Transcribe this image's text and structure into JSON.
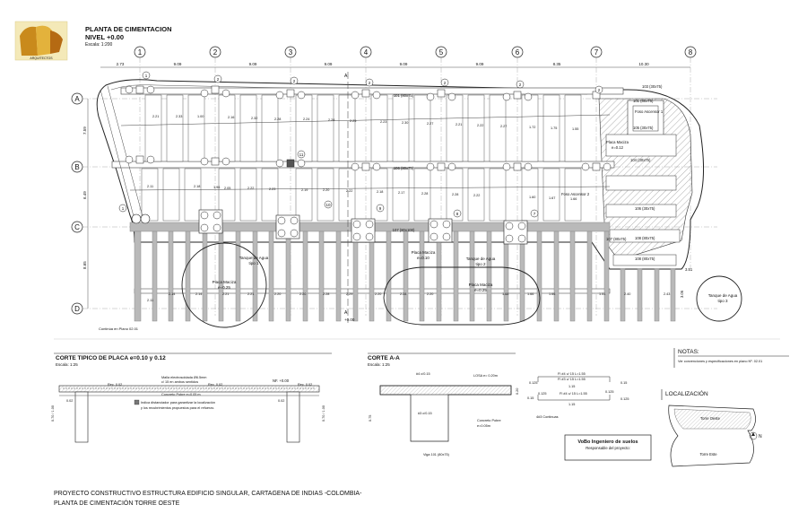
{
  "header": {
    "title": "PLANTA DE CIMENTACION",
    "level": "NIVEL +0.00",
    "scale": "Escala: 1:200"
  },
  "grid": {
    "columns": [
      "1",
      "2",
      "3",
      "4",
      "5",
      "6",
      "7",
      "8"
    ],
    "rows": [
      "A",
      "B",
      "C",
      "D"
    ],
    "spacings": [
      "2.73",
      "9.09",
      "9.09",
      "9.09",
      "9.09",
      "9.09",
      "8.35",
      "10.30"
    ],
    "row_spacings": [
      "7.59",
      "6.49",
      "8.65"
    ]
  },
  "plan_labels": {
    "beam_top": "101 (80x75)",
    "beam_mid": "106 (80x75)",
    "beam_c": "107 (80x100)",
    "beam_r1": "103 (30x75)",
    "beam_r2": "104 (30x75)",
    "beam_r3": "105 (30x75)",
    "beam_r4": "106 (30x75)",
    "beam_r5": "108 (80x75)",
    "beam_r6": "107 (80x75)",
    "placa_a": "Placa Maciza\ne=0.12",
    "placa_a_line1": "Placa Maciza",
    "placa_a_line2": "e=0.12",
    "foso1": "Foso Ascensor 1",
    "foso2": "Foso Ascensor 2",
    "tank1_l1": "Tanque de Agua",
    "tank1_l2": "tipo 1",
    "tank2_l1": "Tanque de Agua",
    "tank2_l2": "tipo 2",
    "tank3_l1": "Tanque de Agua",
    "tank3_l2": "tipo 3",
    "placa_b_l1": "Placa Maciza",
    "placa_b_l2": "e=0.25",
    "placa_c_l1": "Placa Maciza",
    "placa_c_l2": "e=0.10",
    "placa_d_l1": "Placa Maciza",
    "placa_d_l2": "e=0.25",
    "continua": "Continúa en Plano 02.01",
    "dim_351": "3.51",
    "dim_306": "3.06",
    "level_mark": "+0.00",
    "section_a": "A",
    "row_b_values": [
      "2.11",
      "2.18",
      "1.96",
      "2.05",
      "2.22",
      "2.23",
      "2.19",
      "2.20",
      "2.22",
      "2.18",
      "2.17",
      "2.28",
      "2.28",
      "2.22",
      "1.60",
      "1.67",
      "1.66"
    ],
    "row_a_values": [
      "2.21",
      "2.33",
      "1.00",
      "2.16",
      "2.32",
      "2.28",
      "2.24",
      "2.28",
      "2.25",
      "2.23",
      "2.30",
      "2.27",
      "2.21",
      "2.22",
      "2.27",
      "1.72",
      "1.75",
      "1.55"
    ],
    "row_d_values": [
      "2.11",
      "2.14",
      "2.14",
      "2.21",
      "2.21",
      "2.20",
      "2.20",
      "2.28",
      "2.29",
      "2.20",
      "2.28",
      "2.20",
      "1.68",
      "1.66",
      "1.66",
      "1.51",
      "2.40",
      "2.43"
    ],
    "circle_numbers": [
      "1",
      "2",
      "3",
      "4",
      "5",
      "6",
      "7",
      "8",
      "9",
      "10",
      "11"
    ]
  },
  "section1": {
    "title": "CORTE TIPICO DE PLACA e=0.10 y 0.12",
    "scale": "Escala: 1:25",
    "malla": "Malla electrosoldada Ø6.5mm",
    "malla2": "c/ 15 en ambos sentidos",
    "rec1": "Rec. 0.02",
    "rec2": "Rec. 0.02",
    "rec3": "Rec. 0.02",
    "poor": "Concreto Pobre e=0.05 m",
    "legend": "Indica distanciador para garantizar la localización",
    "legend2": "y los recubrimientos propuestos para el refuerzo.",
    "nf": "NF. +0.00",
    "dim1": "0.02",
    "dim2": "0.02",
    "dim3": "0.70 / 1.00"
  },
  "section2": {
    "title": "CORTE A-A",
    "scale": "Escala: 1:25",
    "bar1": "#4 c/0.15",
    "losa": "LOSA e= 0.20m",
    "bar2": "#3 c/0.15",
    "poor": "Concreto Pobre",
    "poor2": "e=0.05m",
    "viga": "Viga 101 (80x75)",
    "dim1": "0.75",
    "dim2": "0.20"
  },
  "rebar": {
    "f1": "FI #4 c/ 15 L=1.55",
    "f1b": "1.15",
    "f2": "FI #4 c/ 15 L=1.55",
    "f2b": "1.15",
    "f3": "FI #3 c/ 15 L=1.55",
    "f3b": "1.15",
    "d125": "0.125",
    "d15": "0.15",
    "cont": "4#3 Continuas"
  },
  "approval": {
    "title": "VoBo Ingeniero de suelos",
    "sub": "Responsable del proyecto:"
  },
  "notes": {
    "title": "NOTAS:",
    "text": "Ver convenciones y especificaciones en plano Nº. 02.01"
  },
  "location": {
    "title": "LOCALIZACIÓN",
    "tower1": "Torre Oeste",
    "tower2": "Torre Este",
    "north": "N"
  },
  "footer": {
    "line1": "PROYECTO CONSTRUCTIVO ESTRUCTURA EDIFICIO SINGULAR, CARTAGENA DE INDIAS -COLOMBIA-",
    "line2": "PLANTA DE CIMENTACIÓN TORRE OESTE"
  },
  "logo": {
    "caption": "ARQUITECTOS"
  }
}
